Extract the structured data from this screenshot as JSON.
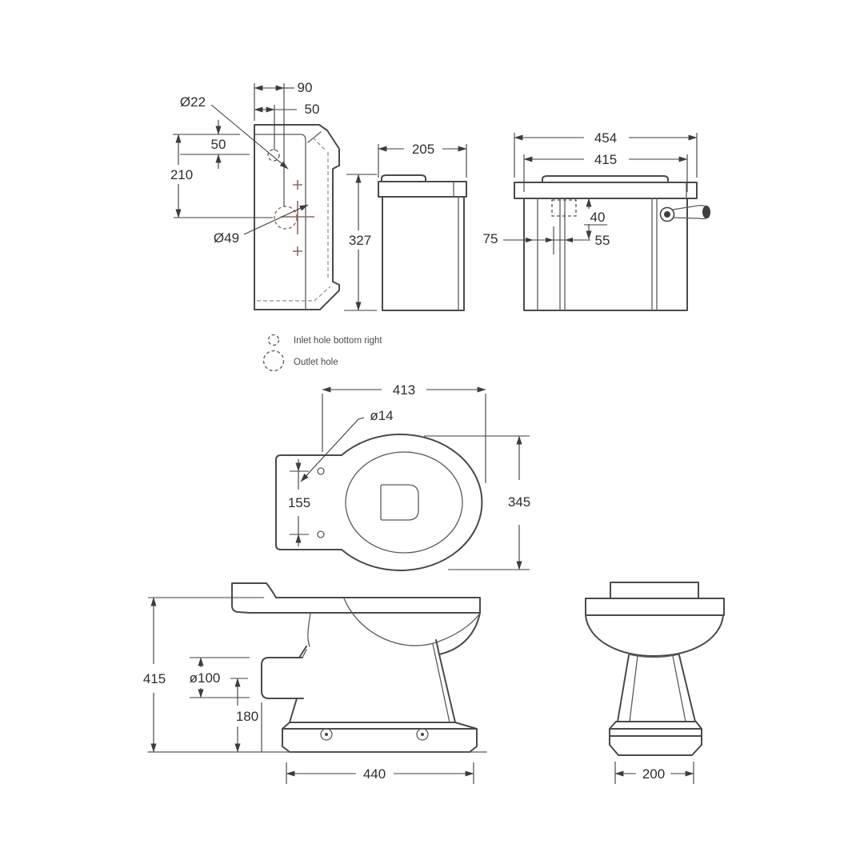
{
  "colors": {
    "line": "#4a4a4a",
    "dimension": "#3d3d3d",
    "hidden": "#8f8f8f",
    "accent_brown": "#8c6a60",
    "background": "#ffffff"
  },
  "legend": {
    "items": [
      {
        "symbol": "inlet-hole-symbol",
        "label": "Inlet hole bottom right"
      },
      {
        "symbol": "outlet-hole-symbol",
        "label": "Outlet hole"
      }
    ]
  },
  "views": {
    "cistern_back": {
      "dims": {
        "d90": "90",
        "d50top": "50",
        "dia22": "Ø22",
        "d50left": "50",
        "d210": "210",
        "dia49": "Ø49"
      }
    },
    "cistern_side": {
      "dims": {
        "d205": "205",
        "d327": "327"
      }
    },
    "cistern_front": {
      "dims": {
        "d454": "454",
        "d415": "415",
        "d40": "40",
        "d75": "75",
        "d55": "55"
      }
    },
    "pan_plan": {
      "dims": {
        "d413": "413",
        "dia14": "ø14",
        "d155": "155",
        "d345": "345"
      }
    },
    "pan_side": {
      "dims": {
        "d415": "415",
        "dia100": "ø100",
        "d180": "180",
        "d440": "440"
      }
    },
    "pan_front": {
      "dims": {
        "d200": "200"
      }
    }
  }
}
